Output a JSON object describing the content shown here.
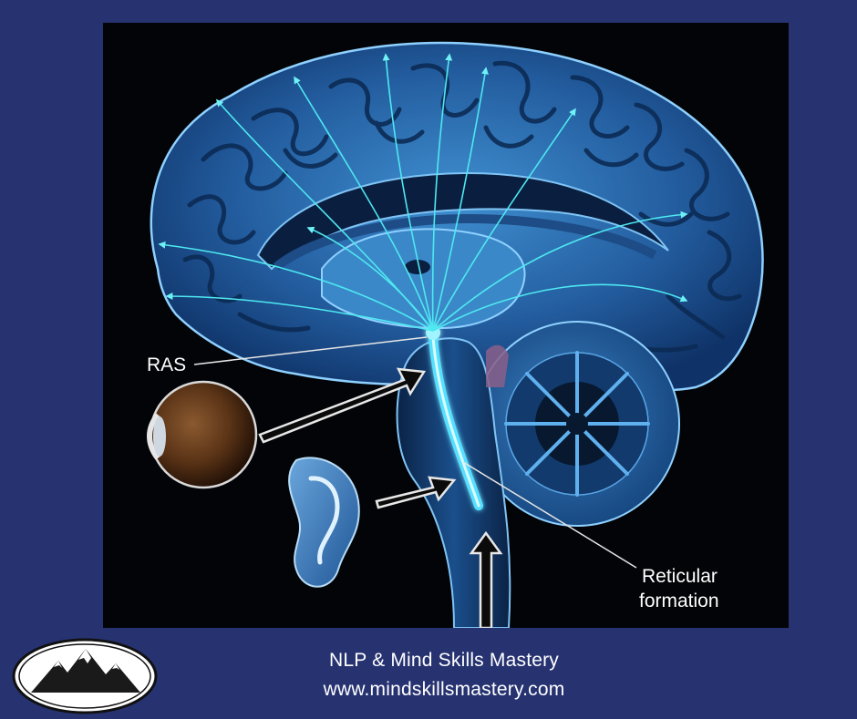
{
  "diagram": {
    "labels": {
      "ras": "RAS",
      "reticular_line1": "Reticular",
      "reticular_line2": "formation"
    }
  },
  "brand": {
    "title": "NLP & Mind Skills Mastery",
    "url": "www.mindskillsmastery.com",
    "logo_icon": "mountain-logo-icon"
  },
  "colors": {
    "page_background": "#273371",
    "diagram_background": "#020407",
    "brain_blue": "#2a6fb5",
    "ray_cyan": "#4ee8f0",
    "ras_glow": "#56e0ff",
    "text": "#ffffff"
  }
}
